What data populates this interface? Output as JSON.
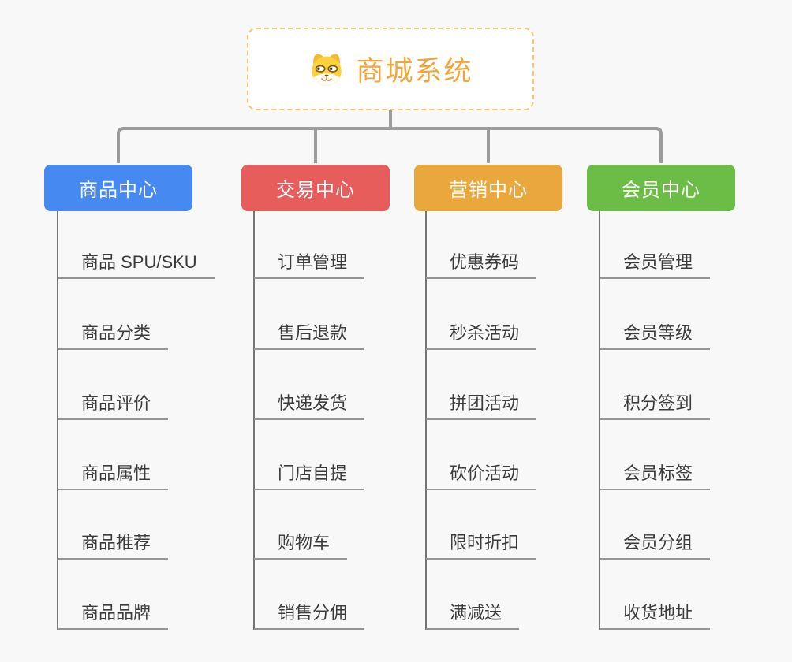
{
  "root": {
    "title": "商城系统",
    "accent_color": "#F0A63C",
    "border_color": "#F6C772",
    "icon": "dog-icon"
  },
  "connectors": {
    "color": "#9B9B9B"
  },
  "branches": [
    {
      "label": "商品中心",
      "color": "#4689F1",
      "items": [
        "商品 SPU/SKU",
        "商品分类",
        "商品评价",
        "商品属性",
        "商品推荐",
        "商品品牌"
      ]
    },
    {
      "label": "交易中心",
      "color": "#E65D5C",
      "items": [
        "订单管理",
        "售后退款",
        "快递发货",
        "门店自提",
        "购物车",
        "销售分佣"
      ]
    },
    {
      "label": "营销中心",
      "color": "#EAA73E",
      "items": [
        "优惠券码",
        "秒杀活动",
        "拼团活动",
        "砍价活动",
        "限时折扣",
        "满减送"
      ]
    },
    {
      "label": "会员中心",
      "color": "#6CBD45",
      "items": [
        "会员管理",
        "会员等级",
        "积分签到",
        "会员标签",
        "会员分组",
        "收货地址"
      ]
    }
  ]
}
